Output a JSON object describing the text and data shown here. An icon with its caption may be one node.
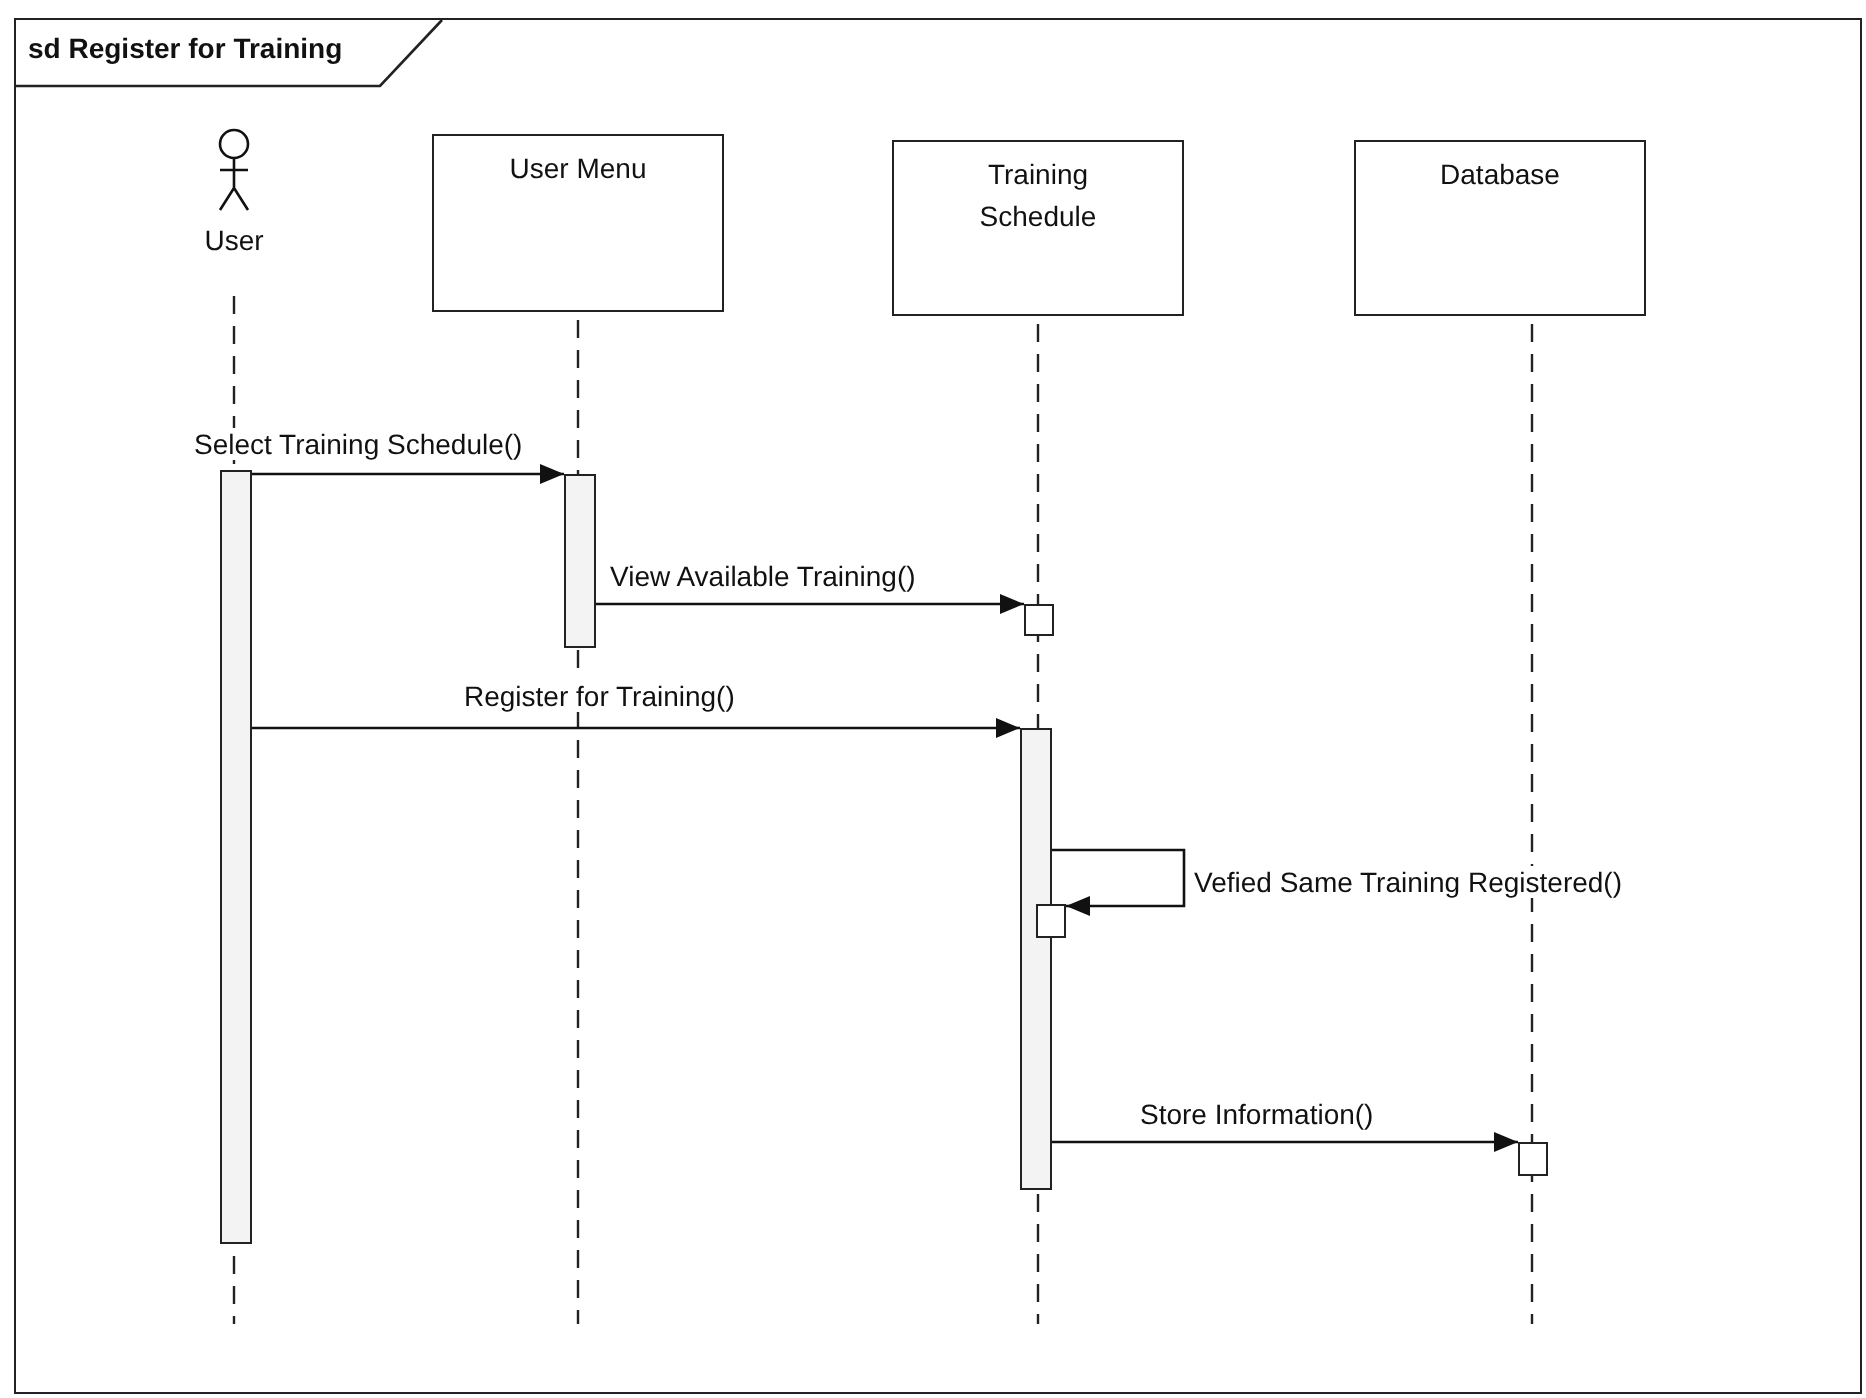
{
  "diagram": {
    "title": "sd Register for Training",
    "nodes": [
      {
        "text": [
          "User"
        ]
      },
      {
        "text": [
          "User Menu"
        ]
      },
      {
        "text": [
          "Training Schedule"
        ]
      },
      {
        "text": [
          "Database"
        ]
      },
      {
        "text": [],
        "shape": "bar"
      },
      {
        "text": [],
        "shape": "bar"
      },
      {
        "text": [],
        "shape": "box"
      },
      {
        "text": [],
        "shape": "bar"
      },
      {
        "text": [],
        "shape": "box"
      },
      {
        "text": [],
        "shape": "box"
      }
    ],
    "edges": [
      {
        "from": 4,
        "to": 5,
        "arrow": "to",
        "label": "Select Training Schedule()"
      },
      {
        "from": 5,
        "to": 6,
        "arrow": "to",
        "label": "View Available Training()"
      },
      {
        "from": 4,
        "to": 7,
        "arrow": "to",
        "label": "Register for Training()"
      },
      {
        "from": 7,
        "to": 8,
        "arrow": "to",
        "label": "Vefied Same Training Registered()"
      },
      {
        "from": 7,
        "to": 9,
        "arrow": "to",
        "label": "Store Information()"
      }
    ]
  }
}
